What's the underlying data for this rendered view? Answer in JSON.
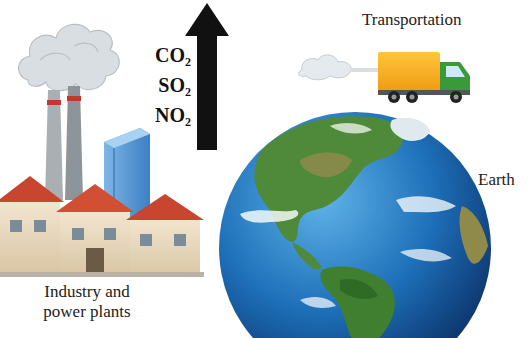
{
  "diagram": {
    "labels": [
      "CO₂",
      "SO₂",
      "NO₂",
      "Transportation",
      "Earth",
      "Industry and power plants"
    ]
  }
}
